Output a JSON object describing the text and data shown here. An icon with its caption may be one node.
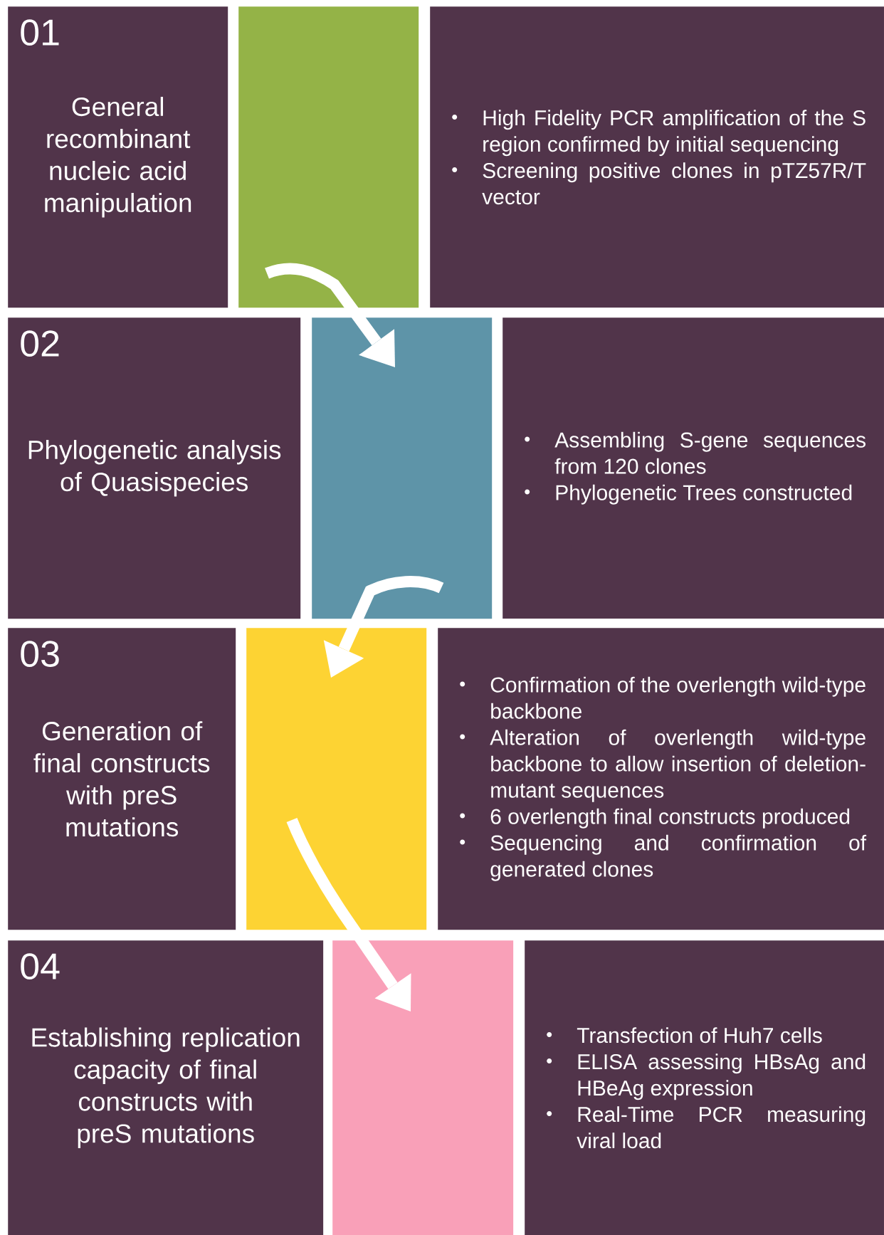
{
  "diagram": {
    "nodes": [
      {
        "text": [
          "01",
          "General recombinant nucleic acid manipulation"
        ]
      },
      {
        "text": [],
        "shape": "bar"
      },
      {
        "text": [
          "High Fidelity PCR amplification of the S region confirmed by initial sequencing",
          "Screening positive clones in pTZ57R/T vector"
        ]
      },
      {
        "text": [
          "02",
          "Phylogenetic analysis of Quasispecies"
        ]
      },
      {
        "text": [],
        "shape": "bar"
      },
      {
        "text": [
          "Assembling S-gene sequences from 120 clones",
          "Phylogenetic Trees constructed"
        ]
      },
      {
        "text": [
          "03",
          "Generation of final constructs with preS mutations"
        ]
      },
      {
        "text": [],
        "shape": "bar"
      },
      {
        "text": [
          "Confirmation of the overlength wild-type backbone",
          "Alteration of overlength wild-type backbone to allow insertion of deletion-mutant sequences",
          "6 overlength final constructs produced",
          "Sequencing and confirmation of generated clones"
        ]
      },
      {
        "text": [
          "04",
          "Establishing replication capacity of final constructs with preS mutations"
        ]
      },
      {
        "text": [],
        "shape": "bar"
      },
      {
        "text": [
          "Transfection of Huh7 cells",
          "ELISA assessing HBsAg and HBeAg expression",
          "Real-Time PCR measuring viral load"
        ]
      }
    ],
    "edges": [
      {
        "from": 1,
        "to": 4,
        "arrow": "to"
      },
      {
        "from": 4,
        "to": 7,
        "arrow": "to"
      },
      {
        "from": 7,
        "to": 10,
        "arrow": "to"
      }
    ]
  }
}
